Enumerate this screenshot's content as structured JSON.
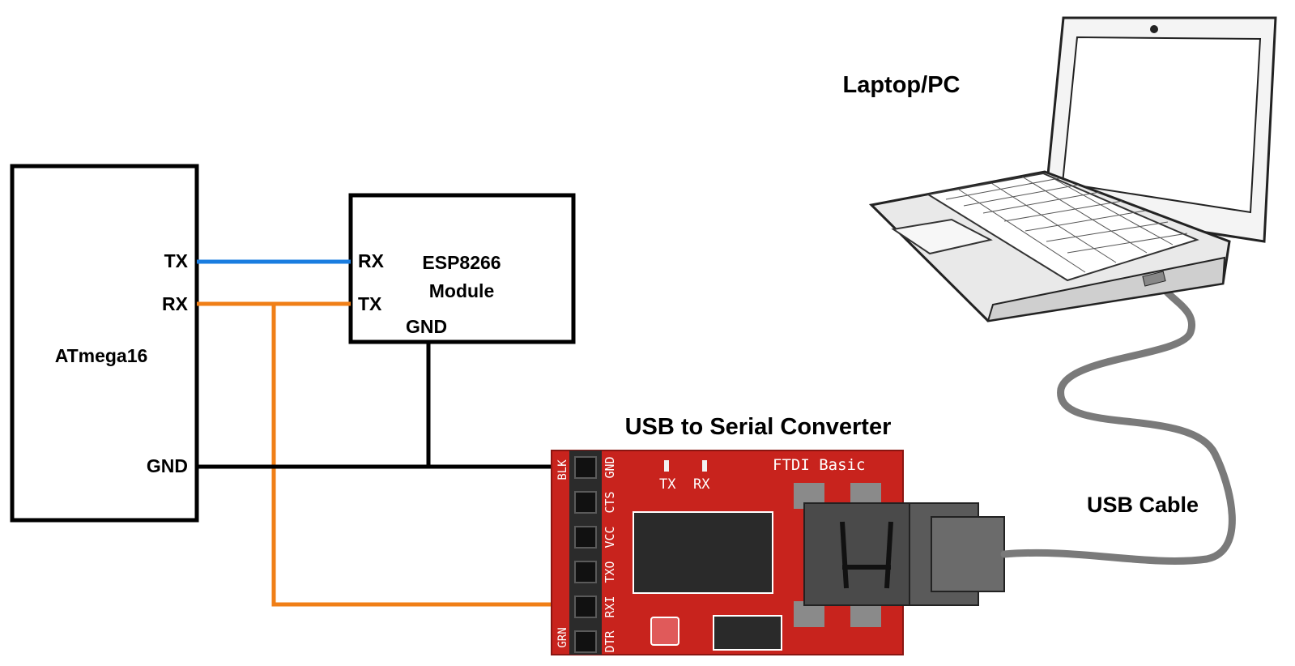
{
  "atmega": {
    "title": "ATmega16",
    "pin_tx": "TX",
    "pin_rx": "RX",
    "pin_gnd": "GND"
  },
  "esp": {
    "title_line1": "ESP8266",
    "title_line2": "Module",
    "pin_rx": "RX",
    "pin_tx": "TX",
    "pin_gnd": "GND"
  },
  "converter": {
    "caption": "USB to Serial Converter",
    "brand": "FTDI Basic",
    "led_tx": "TX",
    "led_rx": "RX",
    "top_left_label": "BLK",
    "bottom_left_label": "GRN",
    "pins": [
      "GND",
      "CTS",
      "VCC",
      "TXO",
      "RXI",
      "DTR"
    ]
  },
  "laptop": {
    "caption": "Laptop/PC"
  },
  "cable": {
    "caption": "USB Cable"
  },
  "colors": {
    "tx_wire": "#1a7de0",
    "rx_wire": "#f07f17",
    "gnd_wire": "#000000",
    "board": "#c8231d",
    "cable": "#7a7a7a"
  }
}
